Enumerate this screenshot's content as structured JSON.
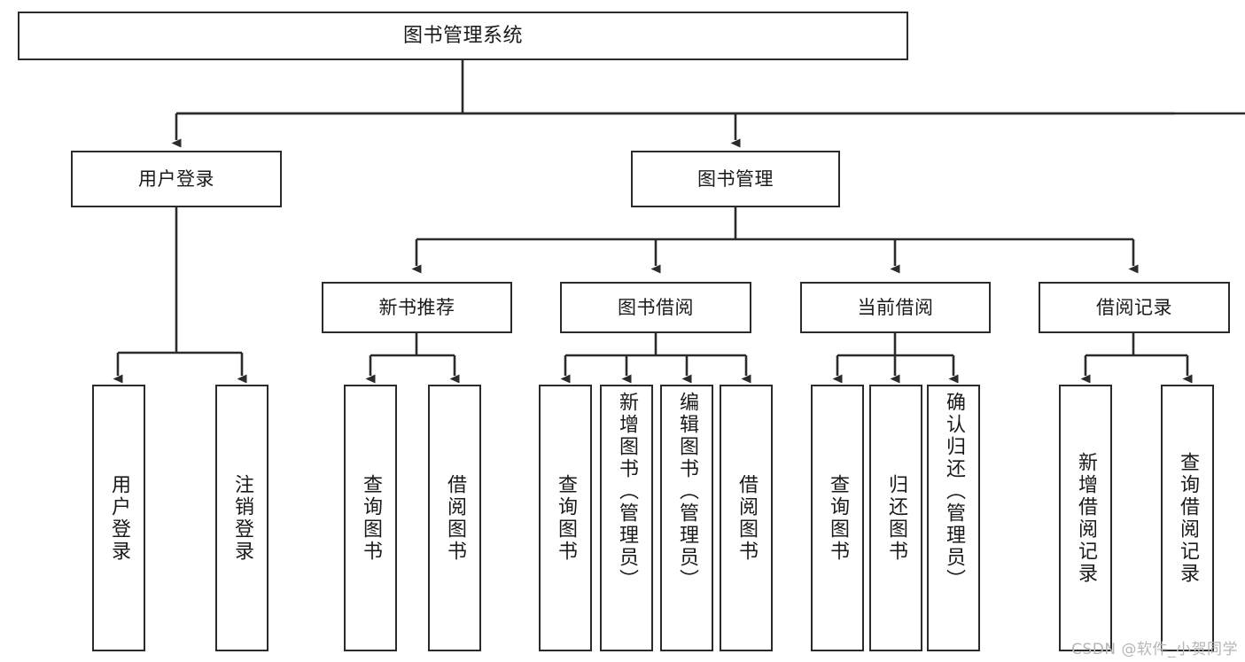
{
  "diagram": {
    "title": "图书管理系统",
    "type": "tree",
    "watermark": "CSDN @软件_小贺同学",
    "colors": {
      "stroke": "#2b2b2b",
      "fill": "#ffffff",
      "text": "#1a1a1a",
      "watermark": "#b6b6b6"
    },
    "nodes": {
      "root": {
        "label": "图书管理系统"
      },
      "level1": [
        {
          "label": "用户登录"
        },
        {
          "label": "图书管理"
        }
      ],
      "level2": [
        {
          "label": "新书推荐"
        },
        {
          "label": "图书借阅"
        },
        {
          "label": "当前借阅"
        },
        {
          "label": "借阅记录"
        }
      ],
      "leaves": {
        "user_login": [
          {
            "label": "用户登录"
          },
          {
            "label": "注销登录"
          }
        ],
        "new_book": [
          {
            "label": "查询图书"
          },
          {
            "label": "借阅图书"
          }
        ],
        "book_borrow": [
          {
            "label": "查询图书"
          },
          {
            "label": "新增图书（管理员）"
          },
          {
            "label": "编辑图书（管理员）"
          },
          {
            "label": "借阅图书"
          }
        ],
        "current_borrow": [
          {
            "label": "查询图书"
          },
          {
            "label": "归还图书"
          },
          {
            "label": "确认归还（管理员）"
          }
        ],
        "borrow_record": [
          {
            "label": "新增借阅记录"
          },
          {
            "label": "查询借阅记录"
          }
        ]
      }
    }
  }
}
